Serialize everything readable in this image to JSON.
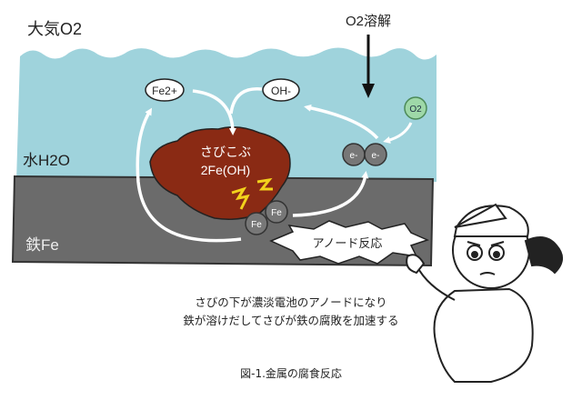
{
  "labels": {
    "air": "大気O2",
    "water": "水H2O",
    "iron": "鉄Fe",
    "o2_dissolve": "O2溶解",
    "fe2": "Fe2+",
    "oh": "OH-",
    "o2": "O2",
    "electron": "e-",
    "rust_line1": "さびこぶ",
    "rust_line2": "2Fe(OH)",
    "fe_atom": "Fe",
    "anode": "アノード反応"
  },
  "description_lines": [
    "さびの下が濃淡電池のアノードになり",
    "鉄が溶けだしてさびが鉄の腐敗を加速する"
  ],
  "figure_caption": "図-1.金属の腐食反応",
  "colors": {
    "water": "#9fd3dc",
    "iron": "#6b6b6b",
    "rust": "#8a2a14",
    "o2_bubble": "#9ed8a8",
    "spark": "#f2d21c"
  }
}
